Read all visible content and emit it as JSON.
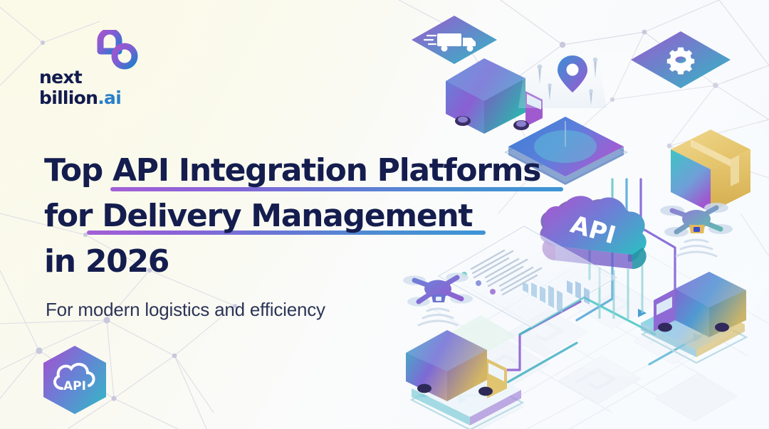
{
  "brand": {
    "logo_line1": "next",
    "logo_line2": "billion",
    "logo_suffix": ".ai",
    "logo_mark_name": "nextbillion-infinity-mark",
    "colors": {
      "navy": "#141d4e",
      "purple": "#a35fd6",
      "blue": "#3e95d6",
      "teal": "#3fc3c0",
      "gold": "#e8c76a"
    }
  },
  "headline": {
    "line1": "Top API Integration Platforms",
    "line2": "for Delivery Management",
    "line3": "in 2026",
    "underline_gradient_from": "#a35fd6",
    "underline_gradient_to": "#3e95d6"
  },
  "subhead": {
    "text": "For modern logistics and efficiency"
  },
  "badge": {
    "label": "API",
    "icon": "cloud-icon",
    "shape": "hexagon",
    "gradient_from": "#9b59d0",
    "gradient_to": "#3ab9c9"
  },
  "illustration": {
    "cloud_label": "API",
    "elements": [
      {
        "name": "truck-card-icon",
        "label": ""
      },
      {
        "name": "delivery-truck-top",
        "label": ""
      },
      {
        "name": "map-platform-pin",
        "label": ""
      },
      {
        "name": "gear-card-icon",
        "label": ""
      },
      {
        "name": "package-box",
        "label": ""
      },
      {
        "name": "drone-right",
        "label": ""
      },
      {
        "name": "drone-left",
        "label": ""
      },
      {
        "name": "api-cloud",
        "label": "API"
      },
      {
        "name": "delivery-truck-right",
        "label": ""
      },
      {
        "name": "delivery-truck-bottom",
        "label": ""
      },
      {
        "name": "dashboard-panel",
        "label": ""
      },
      {
        "name": "city-grid-base",
        "label": ""
      }
    ],
    "route_colors": [
      "#8d5fd3",
      "#3fc3c0",
      "#4b8ed2"
    ]
  },
  "background": {
    "network_line_color": "#d8d8e2",
    "network_node_color": "#c9c9dd",
    "gradient_from": "#fbfaec",
    "gradient_to": "#f6fafe"
  }
}
